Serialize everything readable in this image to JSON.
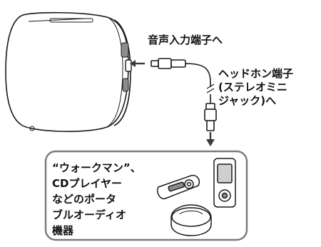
{
  "labels": {
    "audio_input_label": "音声入力端子へ",
    "headphone_jack_lines": [
      "ヘッドホン端子",
      "(ステレオミニ",
      "ジャック)へ"
    ]
  },
  "device_box": {
    "lines": [
      "“ウォークマン”、",
      "CDプレイヤー",
      "などのポータ",
      "ブルオーディオ",
      "機器"
    ]
  },
  "colors": {
    "line": "#1a1a1a",
    "arrow": "#3a3a3a",
    "box_border": "#7a7a7a",
    "device_fill": "#ffffff",
    "shade": "#8c8c8c"
  },
  "icons": [
    "speaker-unit-icon",
    "audio-cable-icon",
    "walkman-icon",
    "cd-player-icon",
    "stick-player-icon"
  ]
}
